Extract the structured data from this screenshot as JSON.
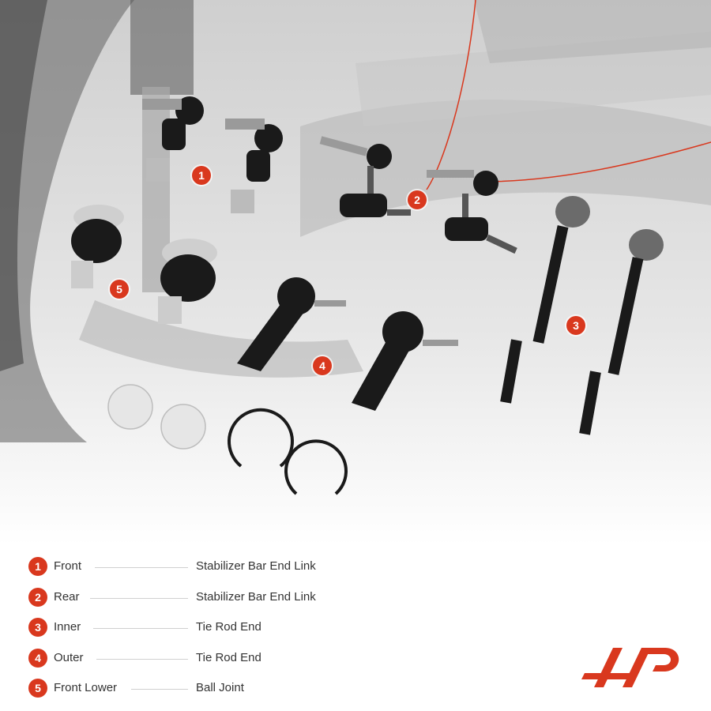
{
  "badges": [
    "1",
    "2",
    "3",
    "4",
    "5"
  ],
  "legend": [
    {
      "number": "1",
      "left": "Front",
      "right": "Stabilizer Bar End Link"
    },
    {
      "number": "2",
      "left": "Rear",
      "right": "Stabilizer Bar End Link"
    },
    {
      "number": "3",
      "left": "Inner",
      "right": "Tie Rod End"
    },
    {
      "number": "4",
      "left": "Outer",
      "right": "Tie Rod End"
    },
    {
      "number": "5",
      "left": "Front Lower",
      "right": "Ball Joint"
    }
  ],
  "colors": {
    "accent": "#d9381e",
    "text": "#333333",
    "part": "#1a1a1a"
  }
}
